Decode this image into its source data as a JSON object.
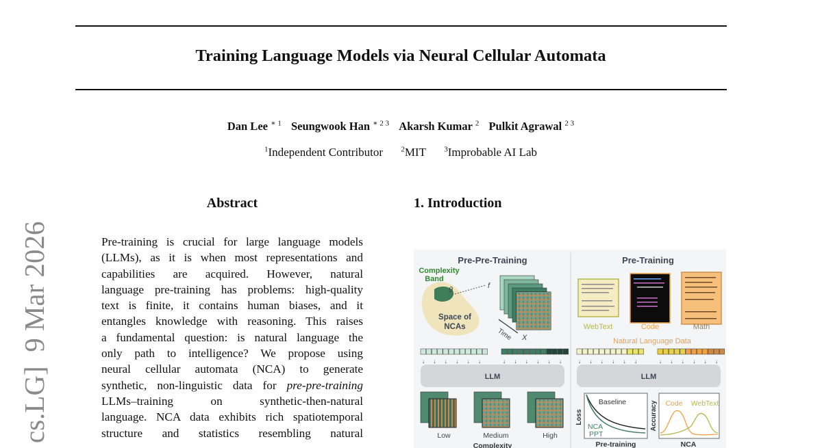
{
  "paper": {
    "title": "Training Language Models via Neural Cellular Automata",
    "authors": [
      {
        "name": "Dan Lee",
        "marks": "∗ 1"
      },
      {
        "name": "Seungwook Han",
        "marks": "∗ 2 3"
      },
      {
        "name": "Akarsh Kumar",
        "marks": "2"
      },
      {
        "name": "Pulkit Agrawal",
        "marks": "2 3"
      }
    ],
    "affiliations": [
      {
        "num": "1",
        "name": "Independent Contributor"
      },
      {
        "num": "2",
        "name": "MIT"
      },
      {
        "num": "3",
        "name": "Improbable AI Lab"
      }
    ],
    "arxiv_stamp": "cs.LG]  9 Mar 2026"
  },
  "abstract": {
    "heading": "Abstract",
    "lines": [
      "Pre-training is crucial for large language models",
      "(LLMs), as it is when most representations and",
      "capabilities are acquired. However, natural",
      "language pre-training has problems: high-quality",
      "text is finite, it contains human biases, and it",
      "entangles knowledge with reasoning. This raises",
      "a fundamental question: is natural language the",
      "only path to intelligence? We propose using",
      "neural cellular automata (NCA) to generate",
      "synthetic, non-linguistic data for ",
      "LLMs–training on synthetic-then-natural",
      "language. NCA data exhibits rich spatiotemporal",
      "structure and statistics resembling natural"
    ],
    "italic_phrase": "pre-pre-training"
  },
  "intro": {
    "heading": "1. Introduction"
  },
  "figure": {
    "left_title": "Pre-Pre-Training",
    "right_title": "Pre-Training",
    "complexity_band": [
      "Complexity",
      "Band"
    ],
    "theta": "θ",
    "f_theta": "f",
    "space_of_ncas": [
      "Space of",
      "NCAs"
    ],
    "time": "Time",
    "state": "X",
    "llm": "LLM",
    "complexity_levels": [
      "Low",
      "Medium",
      "High"
    ],
    "complexity_label": "Complexity",
    "sources": [
      "WebText",
      "Code",
      "Math"
    ],
    "natural_language_data": "Natural Language Data",
    "loss_chart": {
      "ylabel": "Loss",
      "xlabel": "Pre-training",
      "baseline": "Baseline",
      "nca": "NCA",
      "ppt": "PPT"
    },
    "acc_chart": {
      "ylabel": "Accuracy",
      "xlabel": "NCA",
      "code": "Code",
      "webtext": "WebText"
    },
    "colors": {
      "green": "#2e6b4f",
      "webtext": "#b5b84a",
      "code": "#f0a040",
      "math": "#a08050",
      "band": "#2e8b2e"
    }
  }
}
